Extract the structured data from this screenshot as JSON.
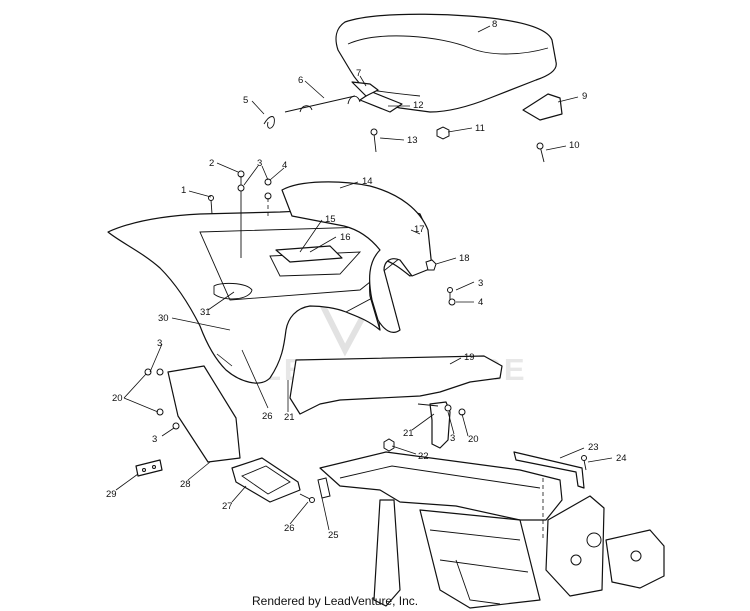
{
  "watermark": "LEADVENTURE",
  "footer": "Rendered by LeadVenture, Inc.",
  "callouts": [
    "1",
    "2",
    "3",
    "4",
    "5",
    "6",
    "7",
    "8",
    "9",
    "10",
    "11",
    "12",
    "13",
    "14",
    "15",
    "16",
    "17",
    "18",
    "19",
    "20",
    "21",
    "22",
    "23",
    "24",
    "25",
    "26",
    "27",
    "28",
    "29",
    "30",
    "31",
    "3",
    "4",
    "3",
    "3",
    "20",
    "3",
    "21",
    "3",
    "20",
    "26"
  ]
}
